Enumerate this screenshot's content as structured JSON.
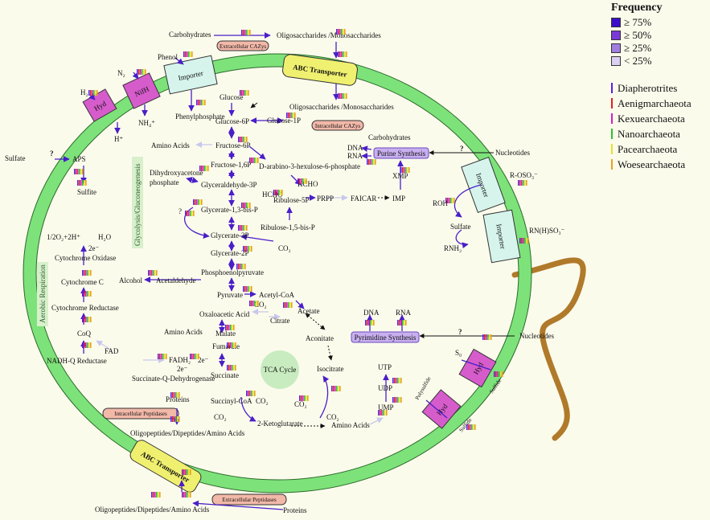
{
  "legend": {
    "title": "Frequency",
    "levels": [
      {
        "label": "≥ 75%",
        "color": "#3a10c8"
      },
      {
        "label": "≥ 50%",
        "color": "#7a3ad8"
      },
      {
        "label": "≥ 25%",
        "color": "#a07ee0"
      },
      {
        "label": "< 25%",
        "color": "#dcd0f2"
      }
    ],
    "phyla": [
      {
        "label": "Diapherotrites",
        "color": "#5a1ee8"
      },
      {
        "label": "Aenigmarchaeota",
        "color": "#e02020"
      },
      {
        "label": "Kexuearchaeota",
        "color": "#d020c8"
      },
      {
        "label": "Nanoarchaeota",
        "color": "#30c030"
      },
      {
        "label": "Pacearchaeota",
        "color": "#e8e030"
      },
      {
        "label": "Woesearchaeota",
        "color": "#e8a020"
      }
    ]
  },
  "transporters": {
    "hyd_top": "Hyd",
    "nifh": "NifH",
    "importer_top": "Importer",
    "abc_top": "ABC Transporter",
    "importer_right1": "Importer",
    "importer_right2": "Importer",
    "hyd_right1": "Hyd",
    "hyd_right2": "Hyd",
    "abc_bottom": "ABC Transporter"
  },
  "enzyme_boxes": {
    "extracellular_cazys": "Extracellular CAZys",
    "intracellular_cazys": "Intracellular CAZys",
    "purine_synthesis": "Purine Synthesis",
    "pyrimidine_synthesis": "Pyrimidine  Synthesis",
    "intracellular_peptidases": "Intracellular Peptidases",
    "extracellular_peptidases": "Extracellular Peptidases",
    "tca_cycle": "TCA Cycle"
  },
  "side_labels": {
    "glycolysis": "Glycolysis/Gluconeogenesis",
    "aerobic": "Aerobic Respiration"
  },
  "metabolites": {
    "carbohydrates_top": "Carbohydrates",
    "oligo_top": "Oligosaccharides /Monosaccharides",
    "phenol": "Phenol",
    "n2": "N₂",
    "h2": "H₂",
    "phenylphosphate": "Phenylphosphate",
    "nh4": "NH₄⁺",
    "hplus": "H⁺",
    "oligo_in": "Oligosaccharides /Monosaccharides",
    "carbohydrates_in": "Carbohydrates",
    "glucose": "Glucose",
    "glucose6p": "Glucose-6P",
    "glucose1p": "Glucose-1P",
    "amino_acids_1": "Amino Acids",
    "fructose6p": "Fructose-6P",
    "fructose16p": "Fructose-1,6P",
    "dihydroxyacetone": "Dihydroxyacetone",
    "phosphate": "phosphate",
    "glyceraldehyde3p": "Glyceraldehyde-3P",
    "arabino": "D-arabino-3-hexulose-6-phosphate",
    "hcho1": "HCHO",
    "hcho2": "HCHO",
    "ribulose5p": "Ribulose-5P",
    "prpp": "PRPP",
    "faicar": "FAICAR",
    "imp": "IMP",
    "xmp": "XMP",
    "dna1": "DNA",
    "rna1": "RNA",
    "nucleotides1": "Nucleotides",
    "qmark1": "?",
    "sulfate_out": "Sulfate",
    "qmark_sulfate": "?",
    "aps": "APS",
    "sulfite": "Sulfite",
    "glycerate13bp": "Glycerate-1,3-bis-P",
    "qmark_glyc": "?",
    "ribulose15bp": "Ribulose-1,5-bis-P",
    "glycerate3p": "Glycerate-3P",
    "co2_1": "CO₂",
    "glycerate2p": "Glycerate-2P",
    "o2_h": "1/2O₂+2H⁺",
    "h2o": "H₂O",
    "e1": "2e⁻",
    "cyt_oxidase": "Cytochrome Oxidase",
    "cyt_c": "Cytochrome C",
    "cyt_reductase": "Cytochrome Reductase",
    "coq": "CoQ",
    "fad": "FAD",
    "nadh_q": "NADH-Q Reductase",
    "pep": "Phosphoenolpyruvate",
    "alcohol": "Alcohol",
    "acetaldehyde": "Acetaldehyde",
    "pyruvate": "Pyruvate",
    "acetylcoa": "Acetyl-CoA",
    "co2_2": "CO₂",
    "acetate": "Acetate",
    "oxaloacetic": "Oxaloacetic Acid",
    "citrate": "Citrate",
    "amino_acids_2": "Amino Acids",
    "malate": "Malate",
    "aconitate": "Aconitate",
    "fumarate": "Fumarate",
    "fadh2": "FADH₂",
    "e2": "2e⁻",
    "e3": "2e⁻",
    "succinate_q": "Succinate-Q-Dehydrogenase",
    "succinate": "Succinate",
    "isocitrate": "Isocitrate",
    "succinylcoa": "Succinyl-CoA",
    "co2_3": "CO₂",
    "co2_4": "CO₂",
    "ketoglutarate": "2-Ketoglutarate",
    "co2_5": "CO₂",
    "co2_6": "CO₂",
    "amino_acids_3": "Amino Acids",
    "proteins_in": "Proteins",
    "oligopep_in": "Oligopeptides/Dipeptides/Amino Acids",
    "dna2": "DNA",
    "rna2": "RNA",
    "nucleotides2": "Nucleotides",
    "qmark2": "?",
    "utp": "UTP",
    "udp": "UDP",
    "ump": "UMP",
    "rooso3": "R-OSO₃⁻",
    "roh": "ROH",
    "sulfate_in": "Sulfate",
    "rnh2": "RNH₂",
    "rnhso3": "RN(H)SO₃⁻",
    "s0": "S₀",
    "sulfide1": "Sulfide",
    "polysulfide": "Polysulfide",
    "sulfide2": "Sulfide",
    "oligopep_out": "Oligopeptides/Dipeptides/Amino Acids",
    "proteins_out": "Proteins"
  }
}
